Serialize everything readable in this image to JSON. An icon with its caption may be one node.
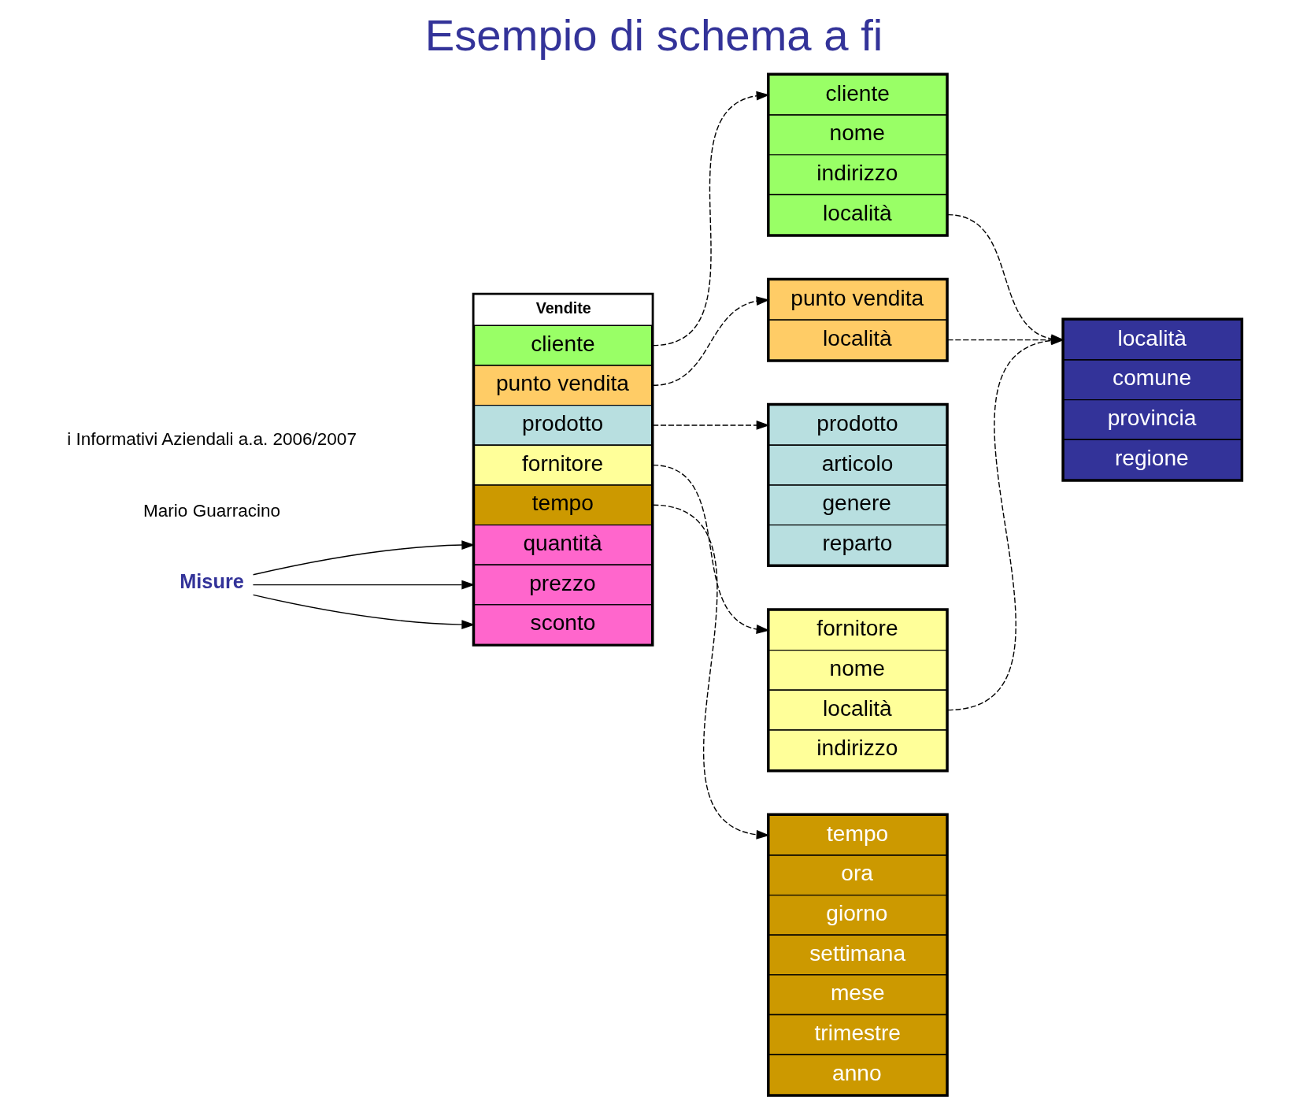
{
  "diagram": {
    "title": "Esempio di schema a fi",
    "nodes": [
      {
        "text": [
          "cliente",
          "nome",
          "indirizzo",
          "località"
        ]
      },
      {
        "text": [
          "prodotto",
          "articolo",
          "genere",
          "reparto"
        ]
      },
      {
        "text": [
          "fornitore",
          "nome",
          "località",
          "indirizzo"
        ]
      },
      {
        "text": [
          "Vendite",
          "cliente",
          "punto vendita",
          "prodotto",
          "fornitore",
          "tempo",
          "quantità",
          "prezzo",
          "sconto"
        ]
      },
      {
        "text": [
          "tempo",
          "ora",
          "giorno",
          "settimana",
          "mese",
          "trimestre",
          "anno"
        ]
      },
      {
        "text": [
          "punto vendita",
          "località"
        ]
      },
      {
        "text": [
          "località",
          "comune",
          "provincia",
          "regione"
        ]
      },
      {
        "text": [
          "Misure"
        ]
      }
    ],
    "edges": [
      {
        "from": 3,
        "to": 0,
        "arrow": "to",
        "style": "dashed"
      },
      {
        "from": 3,
        "to": 1,
        "arrow": "to",
        "style": "dashed"
      },
      {
        "from": 3,
        "to": 2,
        "arrow": "to",
        "style": "dashed"
      },
      {
        "from": 3,
        "to": 4,
        "arrow": "to",
        "style": "dashed"
      },
      {
        "from": 3,
        "to": 5,
        "arrow": "to",
        "style": "dashed"
      },
      {
        "from": 0,
        "to": 6,
        "arrow": "to",
        "style": "dashed"
      },
      {
        "from": 2,
        "to": 6,
        "arrow": "to",
        "style": "dashed"
      },
      {
        "from": 5,
        "to": 6,
        "arrow": "to",
        "style": "dashed"
      },
      {
        "from": 7,
        "to": 3,
        "arrow": "to"
      },
      {
        "from": 7,
        "to": 3,
        "arrow": "to"
      },
      {
        "from": 7,
        "to": 3,
        "arrow": "to"
      }
    ],
    "labels": [
      "Mario Guarracino",
      "i Informativi Aziendali a.a. 2006/2007"
    ]
  }
}
